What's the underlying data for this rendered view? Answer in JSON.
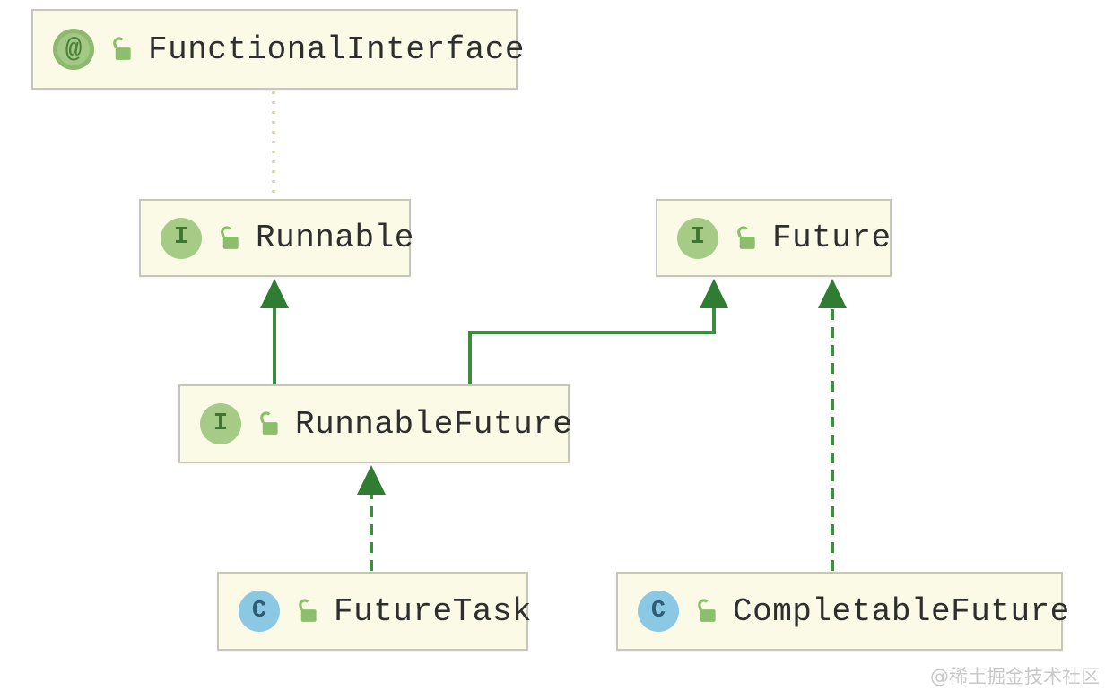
{
  "diagram": {
    "nodes": {
      "functional_interface": {
        "label": "FunctionalInterface",
        "kind": "annotation",
        "icon_letter": "@",
        "visibility": "public"
      },
      "runnable": {
        "label": "Runnable",
        "kind": "interface",
        "icon_letter": "I",
        "visibility": "public"
      },
      "future": {
        "label": "Future",
        "kind": "interface",
        "icon_letter": "I",
        "visibility": "public"
      },
      "runnable_future": {
        "label": "RunnableFuture",
        "kind": "interface",
        "icon_letter": "I",
        "visibility": "public"
      },
      "future_task": {
        "label": "FutureTask",
        "kind": "class",
        "icon_letter": "C",
        "visibility": "public"
      },
      "completable_future": {
        "label": "CompletableFuture",
        "kind": "class",
        "icon_letter": "C",
        "visibility": "public"
      }
    },
    "edges": [
      {
        "from": "FunctionalInterface",
        "to": "Runnable",
        "line": "dotted",
        "arrow": "none"
      },
      {
        "from": "RunnableFuture",
        "to": "Runnable",
        "line": "solid",
        "arrow": "triangle"
      },
      {
        "from": "RunnableFuture",
        "to": "Future",
        "line": "solid",
        "arrow": "triangle"
      },
      {
        "from": "FutureTask",
        "to": "RunnableFuture",
        "line": "dashed",
        "arrow": "triangle"
      },
      {
        "from": "CompletableFuture",
        "to": "Future",
        "line": "dashed",
        "arrow": "triangle"
      }
    ],
    "colors": {
      "box_fill": "#fafae7",
      "box_border": "#c6c6ba",
      "inheritance_green": "#3d8b3d",
      "arrowhead_green": "#2e7d32",
      "annotation_dotted": "#d2d4a4",
      "interface_badge_green": "#a6cb87",
      "annotation_badge_green": "#a2c983",
      "class_badge_blue": "#8ac8e4",
      "lock_green": "#8cbf6b",
      "label_text": "#2e2e2e",
      "watermark_gray": "#c8c8c8"
    },
    "watermark": "@稀土掘金技术社区"
  }
}
